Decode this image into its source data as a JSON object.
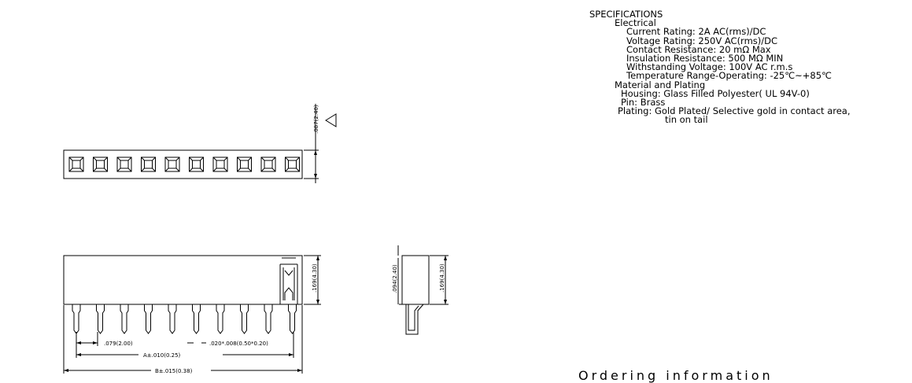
{
  "dimensions": {
    "height_top": ".087(2.40)",
    "height_side": ".169(4.30)",
    "height_end": ".169(4.30)",
    "pin_height_end": ".094(2.40)",
    "pitch": ".079(2.00)",
    "pin_width": ".020*.008(0.50*0.20)",
    "dim_a": "A±.010(0.25)",
    "dim_b": "B±.015(0.38)"
  },
  "specifications": {
    "title": "SPECIFICATIONS",
    "electrical_heading": "Electrical",
    "current_rating": "Current Rating: 2A AC(rms)/DC",
    "voltage_rating": "Voltage Rating: 250V AC(rms)/DC",
    "contact_resistance": "Contact Resistance: 20 mΩ Max",
    "insulation_resistance": "Insulation Resistance: 500 MΩ MIN",
    "withstanding_voltage": "Withstanding Voltage: 100V AC r.m.s",
    "temperature_range": "Temperature Range-Operating: -25℃~+85℃",
    "material_heading": "Material and Plating",
    "housing": "Housing: Glass Filled Polyester( UL 94V-0)",
    "pin": "Pin: Brass",
    "plating": "Plating: Gold Plated/ Selective gold in contact area,",
    "plating_cont": "tin on tail"
  },
  "ordering_heading": "Ordering information",
  "contacts_count": 10
}
